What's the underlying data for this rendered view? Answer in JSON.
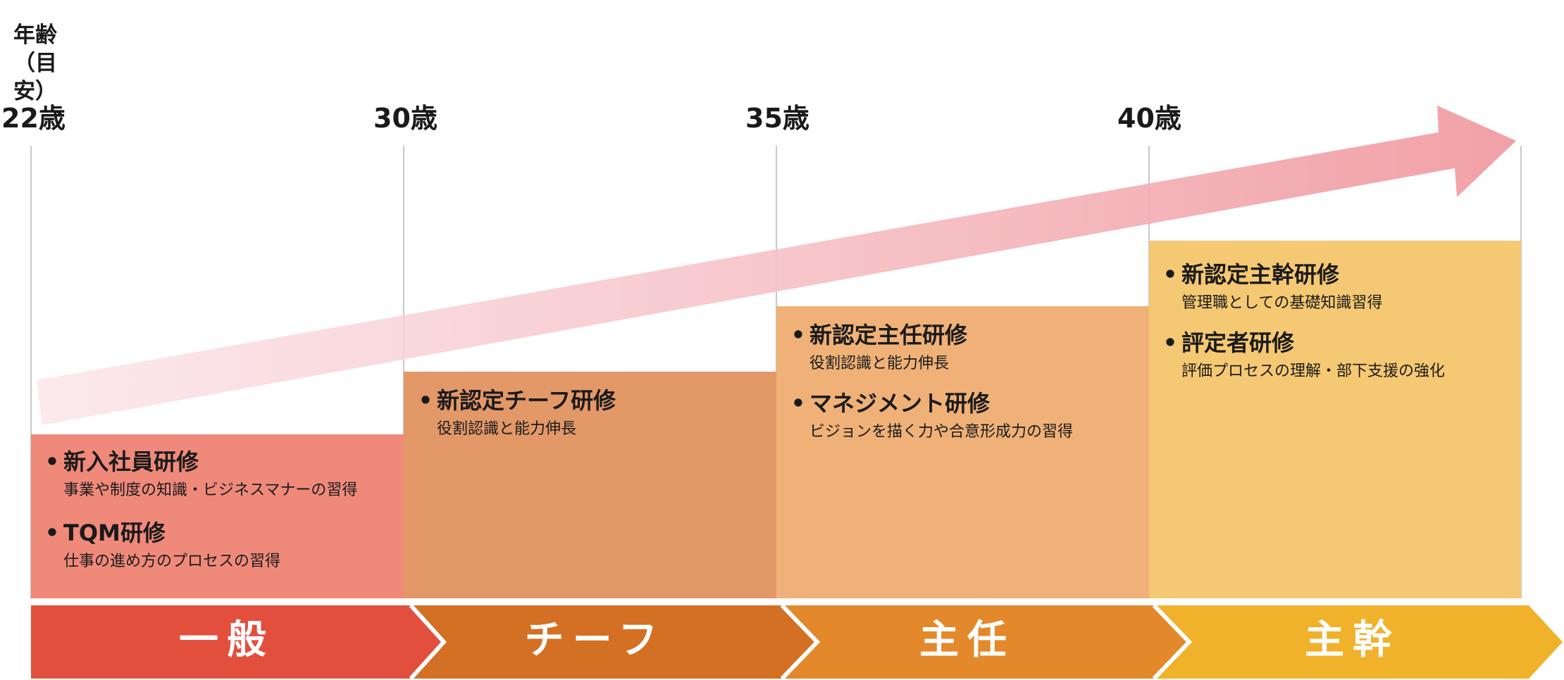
{
  "axis": {
    "title_line1": "年齢",
    "title_line2": "（目安）",
    "ages": [
      "22歳",
      "30歳",
      "35歳",
      "40歳"
    ]
  },
  "columns": [
    {
      "color": "#ef8a7b",
      "courses": [
        {
          "name": "新入社員研修",
          "desc": "事業や制度の知識・ビジネスマナーの習得"
        },
        {
          "name": "TQM研修",
          "desc": "仕事の進め方のプロセスの習得"
        }
      ]
    },
    {
      "color": "#e39868",
      "courses": [
        {
          "name": "新認定チーフ研修",
          "desc": "役割認識と能力伸長"
        }
      ]
    },
    {
      "color": "#efb177",
      "courses": [
        {
          "name": "新認定主任研修",
          "desc": "役割認識と能力伸長"
        },
        {
          "name": "マネジメント研修",
          "desc": "ビジョンを描く力や合意形成力の習得"
        }
      ]
    },
    {
      "color": "#f5c873",
      "courses": [
        {
          "name": "新認定主幹研修",
          "desc": "管理職としての基礎知識習得"
        },
        {
          "name": "評定者研修",
          "desc": "評価プロセスの理解・部下支援の強化"
        }
      ]
    }
  ],
  "stages": [
    {
      "label": "一般",
      "color": "#e24f3d"
    },
    {
      "label": "チーフ",
      "color": "#d37023"
    },
    {
      "label": "主任",
      "color": "#e3892b"
    },
    {
      "label": "主幹",
      "color": "#f0b12b"
    }
  ],
  "growth_arrow": {
    "color_start": "#fbe6ea",
    "color_end": "#f09ca2"
  }
}
